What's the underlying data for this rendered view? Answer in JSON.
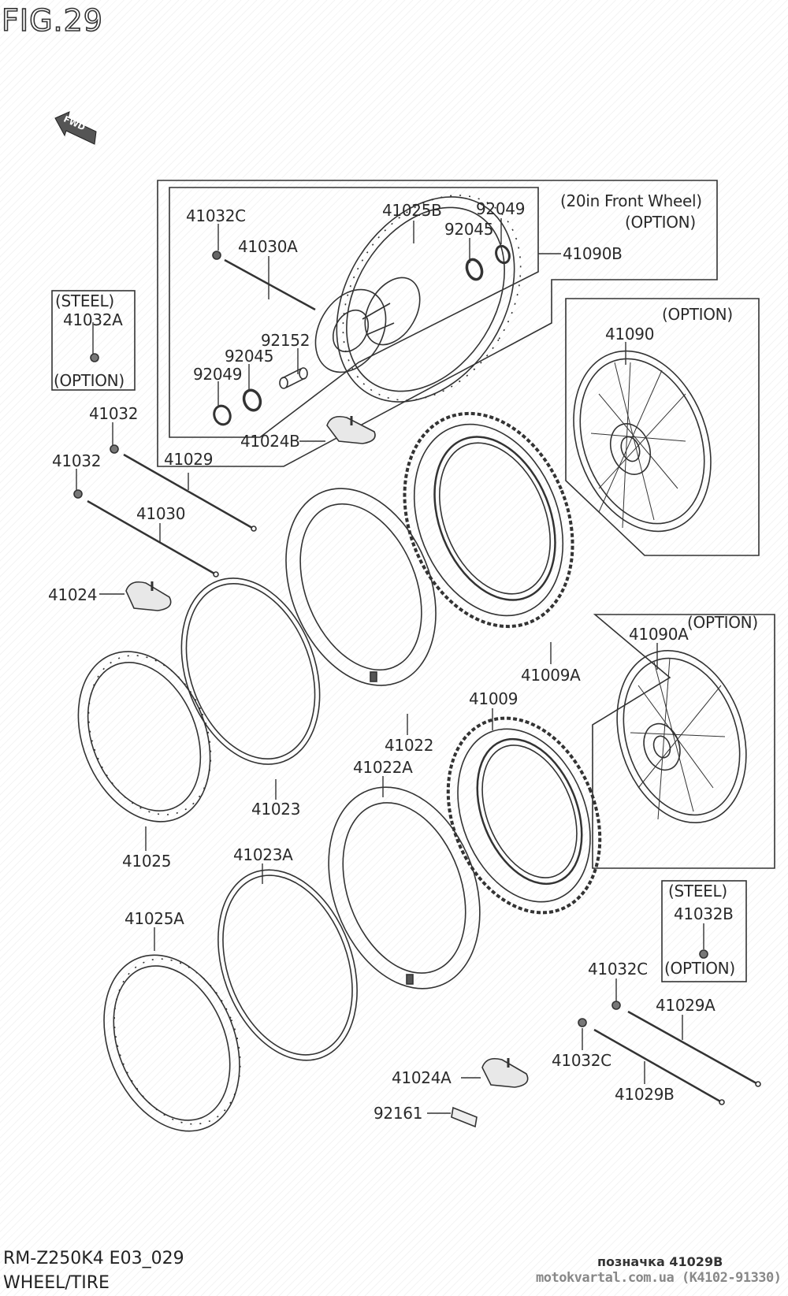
{
  "figure": {
    "title": "FIG.29",
    "direction_badge": "FWD",
    "model_code": "RM-Z250K4 E03_029",
    "section_name": "WHEEL/TIRE"
  },
  "footer": {
    "reference_label": "позначка 41029B",
    "watermark": "motokvartal.com.ua (K4102-91330)"
  },
  "groups": {
    "front_wheel_20in": {
      "title": "(20in Front Wheel)",
      "note": "(OPTION)",
      "assembly_part": "41090B"
    },
    "option_41090": {
      "note": "(OPTION)"
    },
    "option_41090A": {
      "note": "(OPTION)"
    },
    "steel_41032A": {
      "title": "(STEEL)",
      "part": "41032A",
      "note": "(OPTION)"
    },
    "steel_41032B": {
      "title": "(STEEL)",
      "part": "41032B",
      "note": "(OPTION)"
    }
  },
  "parts": [
    {
      "id": "p41032C_a",
      "number": "41032C",
      "desc": "spoke nipple"
    },
    {
      "id": "p41030A",
      "number": "41030A",
      "desc": "spoke"
    },
    {
      "id": "p41025B",
      "number": "41025B",
      "desc": "rim"
    },
    {
      "id": "p92049_a",
      "number": "92049",
      "desc": "oil seal"
    },
    {
      "id": "p92045_a",
      "number": "92045",
      "desc": "bearing"
    },
    {
      "id": "p92152",
      "number": "92152",
      "desc": "spacer collar"
    },
    {
      "id": "p92045_b",
      "number": "92045",
      "desc": "bearing"
    },
    {
      "id": "p92049_b",
      "number": "92049",
      "desc": "oil seal"
    },
    {
      "id": "p41024B",
      "number": "41024B",
      "desc": "rim lock"
    },
    {
      "id": "p41090",
      "number": "41090",
      "desc": "wheel assembly"
    },
    {
      "id": "p41032_a",
      "number": "41032",
      "desc": "spoke nipple"
    },
    {
      "id": "p41029",
      "number": "41029",
      "desc": "spoke"
    },
    {
      "id": "p41032_b",
      "number": "41032",
      "desc": "spoke nipple"
    },
    {
      "id": "p41030",
      "number": "41030",
      "desc": "spoke"
    },
    {
      "id": "p41024",
      "number": "41024",
      "desc": "rim lock"
    },
    {
      "id": "p41009A",
      "number": "41009A",
      "desc": "tire"
    },
    {
      "id": "p41090A",
      "number": "41090A",
      "desc": "wheel assembly"
    },
    {
      "id": "p41022",
      "number": "41022",
      "desc": "inner tube"
    },
    {
      "id": "p41009",
      "number": "41009",
      "desc": "tire"
    },
    {
      "id": "p41023",
      "number": "41023",
      "desc": "rim band"
    },
    {
      "id": "p41022A",
      "number": "41022A",
      "desc": "inner tube"
    },
    {
      "id": "p41025",
      "number": "41025",
      "desc": "rim"
    },
    {
      "id": "p41023A",
      "number": "41023A",
      "desc": "rim band"
    },
    {
      "id": "p41025A",
      "number": "41025A",
      "desc": "rim"
    },
    {
      "id": "p41032C_b",
      "number": "41032C",
      "desc": "spoke nipple"
    },
    {
      "id": "p41029A",
      "number": "41029A",
      "desc": "spoke"
    },
    {
      "id": "p41032C_c",
      "number": "41032C",
      "desc": "spoke nipple"
    },
    {
      "id": "p41029B",
      "number": "41029B",
      "desc": "spoke"
    },
    {
      "id": "p41024A",
      "number": "41024A",
      "desc": "rim lock"
    },
    {
      "id": "p92161",
      "number": "92161",
      "desc": "rim lock nut pad"
    }
  ]
}
